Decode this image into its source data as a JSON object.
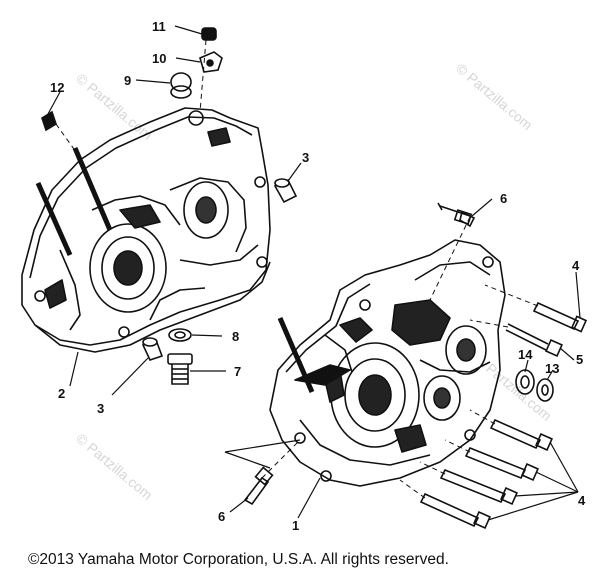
{
  "callouts": {
    "c11": "11",
    "c10": "10",
    "c9": "9",
    "c12": "12",
    "c3a": "3",
    "c2": "2",
    "c8": "8",
    "c7": "7",
    "c3b": "3",
    "c6a": "6",
    "c4a": "4",
    "c5": "5",
    "c14": "14",
    "c13": "13",
    "c4b": "4",
    "c6b": "6",
    "c1": "1"
  },
  "watermarks": {
    "w1": "© Partzilla.com",
    "w2": "© Partzilla.com",
    "w3": "© Partzilla.com",
    "w4": "Partzilla.com"
  },
  "footer": {
    "copyright": "©2013  Yamaha Motor Corporation, U.S.A. All rights reserved."
  }
}
